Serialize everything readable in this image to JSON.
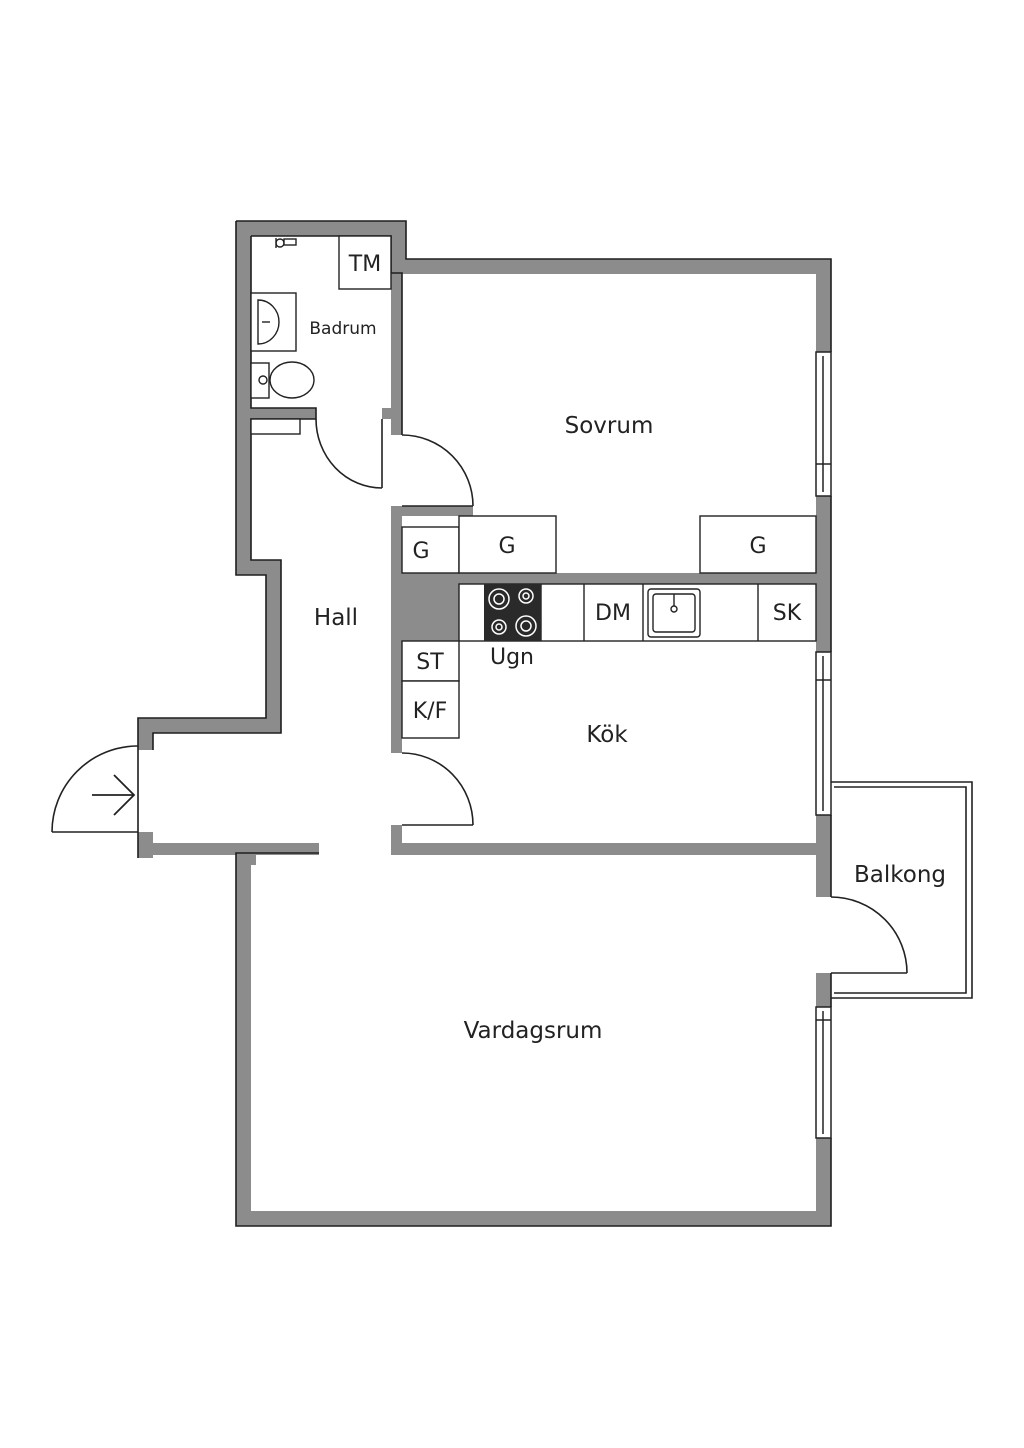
{
  "colors": {
    "wall": "#8c8c8c",
    "outline": "#1e1e1e",
    "line": "#222222",
    "hob": "#2a2a2a",
    "background": "#ffffff"
  },
  "rooms": {
    "badrum": "Badrum",
    "sovrum": "Sovrum",
    "hall": "Hall",
    "kok": "Kök",
    "vardagsrum": "Vardagsrum",
    "balkong": "Balkong"
  },
  "fixtures": {
    "tm": "TM",
    "g_hall": "G",
    "g_bedroom_left": "G",
    "g_bedroom_right": "G",
    "dm": "DM",
    "sk": "SK",
    "st": "ST",
    "kf": "K/F",
    "ugn": "Ugn"
  },
  "icons": {
    "entrance": "arrow-right-icon",
    "sink": "sink-icon",
    "toilet": "toilet-icon",
    "hob": "hob-icon",
    "shower": "shower-icon"
  }
}
